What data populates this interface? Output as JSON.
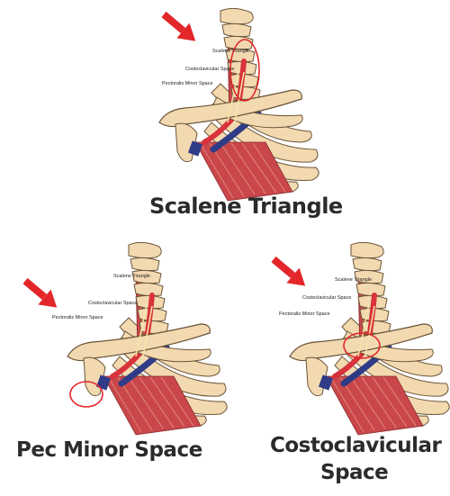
{
  "colors": {
    "bone": "#f2d9b0",
    "bone_outline": "#6b5438",
    "artery": "#d8323a",
    "vein": "#2f3b86",
    "muscle": "#c9474a",
    "muscle_light": "#e07a72",
    "arrow": "#e3262a",
    "highlight_ring": "#e3262a",
    "caption_text": "#2b2b2b"
  },
  "panels": [
    {
      "id": "scalene-triangle",
      "caption": "Scalene Triangle",
      "labels": {
        "scalene": "Scalene Triangle",
        "costoclavicular": "Costoclavicular Space",
        "pec_minor": "Pectoralis Minor Space"
      },
      "highlighted_region": "scalene triangle",
      "icons": [
        "red-arrow-icon",
        "highlight-ring-icon"
      ]
    },
    {
      "id": "pec-minor-space",
      "caption": "Pec Minor Space",
      "labels": {
        "scalene": "Scalene Triangle",
        "costoclavicular": "Costoclavicular Space",
        "pec_minor": "Pectoralis Minor Space"
      },
      "highlighted_region": "pectoralis minor space",
      "icons": [
        "red-arrow-icon",
        "highlight-ring-icon"
      ]
    },
    {
      "id": "costoclavicular-space",
      "caption_line1": "Costoclavicular",
      "caption_line2": "Space",
      "labels": {
        "scalene": "Scalene Triangle",
        "costoclavicular": "Costoclavicular Space",
        "pec_minor": "Pectoralis Minor Space"
      },
      "highlighted_region": "costoclavicular space",
      "icons": [
        "red-arrow-icon",
        "highlight-ring-icon"
      ]
    }
  ]
}
